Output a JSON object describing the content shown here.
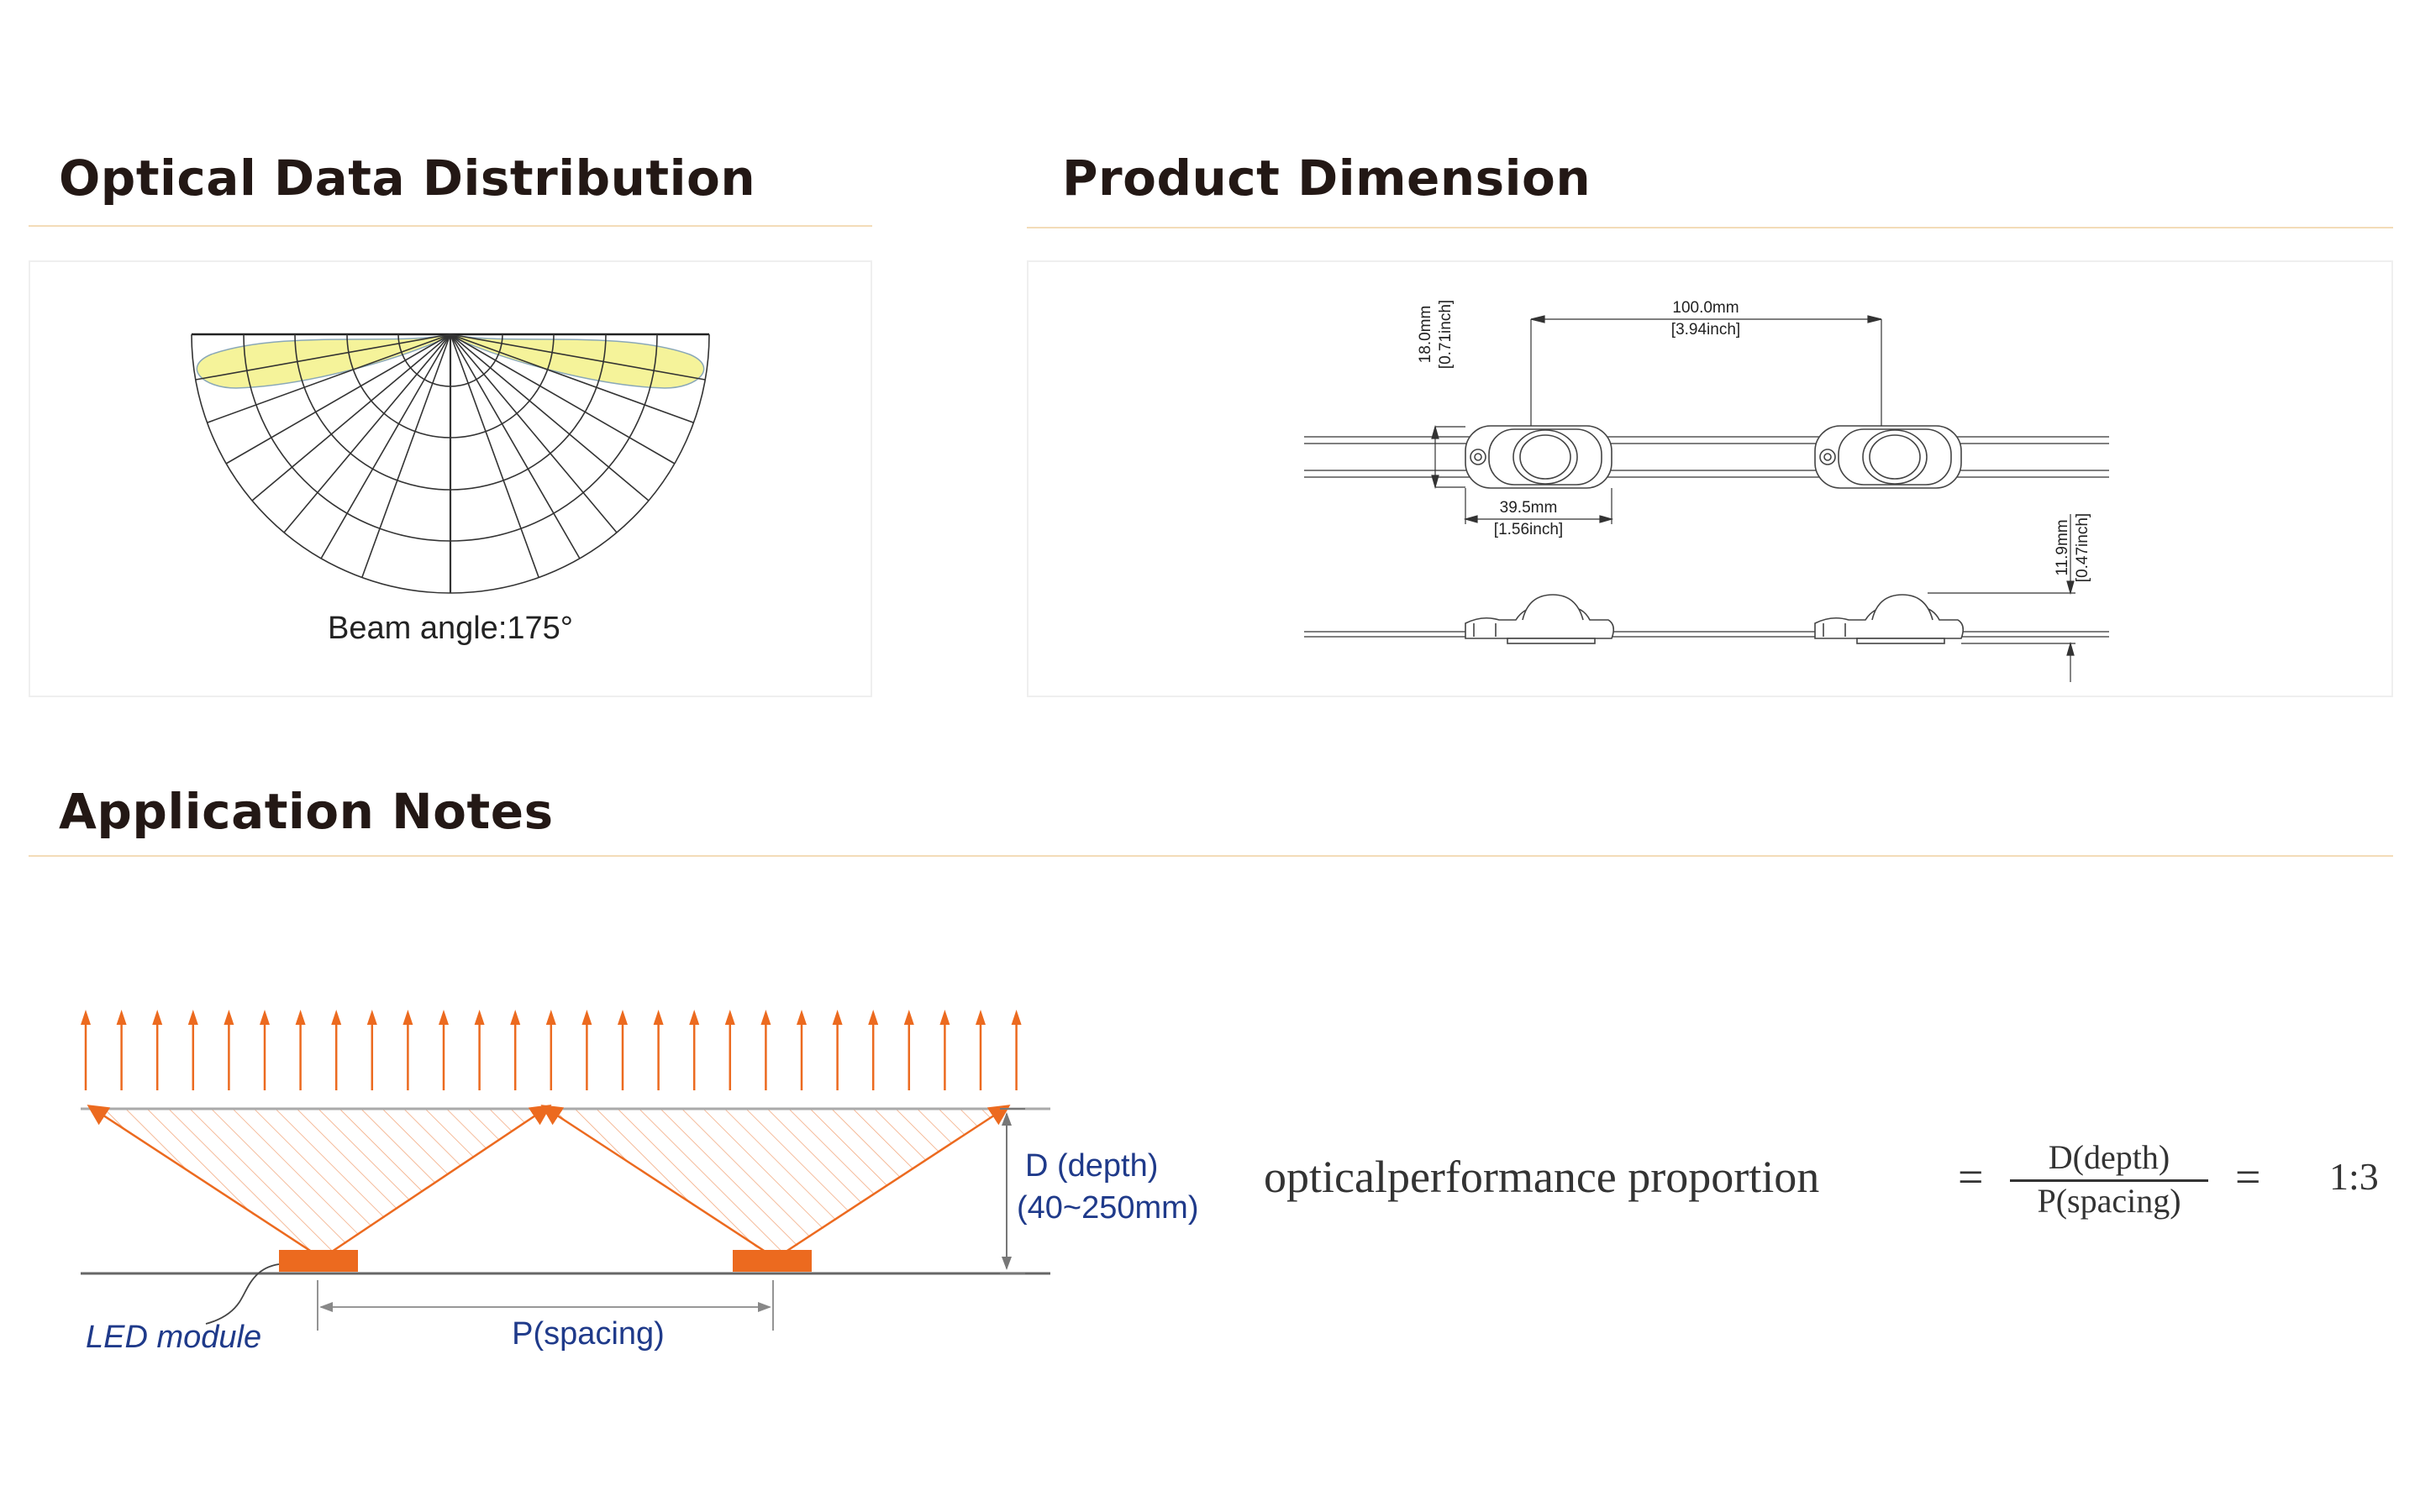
{
  "sections": {
    "optical": {
      "title": "Optical Data Distribution",
      "beam_label": "Beam angle:175°"
    },
    "dimension": {
      "title": "Product Dimension",
      "pitch_mm": "100.0mm",
      "pitch_inch": "[3.94inch]",
      "width_mm": "18.0mm",
      "width_inch": "[0.71inch]",
      "length_mm": "39.5mm",
      "length_inch": "[1.56inch]",
      "height_mm": "11.9mm",
      "height_inch": "[0.47inch]"
    },
    "application": {
      "title": "Application Notes",
      "depth_label": "D (depth)",
      "depth_range": "(40~250mm)",
      "module_label": "LED module",
      "spacing_label": "P(spacing)"
    }
  },
  "formula": {
    "label": "opticalperformance proportion",
    "equals": "=",
    "numerator": "D(depth)",
    "denominator": "P(spacing)",
    "result": "1:3"
  },
  "colors": {
    "title": "#231815",
    "rule": "#f3dcb8",
    "beam_fill": "#f5f39a",
    "accent_orange": "#ec6a1f",
    "label_blue": "#1f3a8a",
    "line_dark": "#333333"
  }
}
